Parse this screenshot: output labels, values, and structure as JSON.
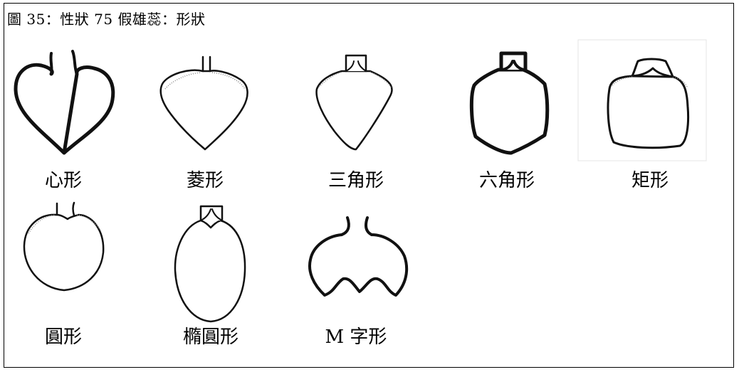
{
  "caption": "圖 35：性狀 75 假雄蕊：形狀",
  "shapes": [
    {
      "label": "心形"
    },
    {
      "label": "菱形"
    },
    {
      "label": "三角形"
    },
    {
      "label": "六角形"
    },
    {
      "label": "矩形"
    },
    {
      "label": "圓形"
    },
    {
      "label": "橢圓形"
    },
    {
      "label": "M 字形"
    }
  ],
  "colors": {
    "line": "#111111",
    "border": "#000000",
    "background": "#ffffff"
  }
}
